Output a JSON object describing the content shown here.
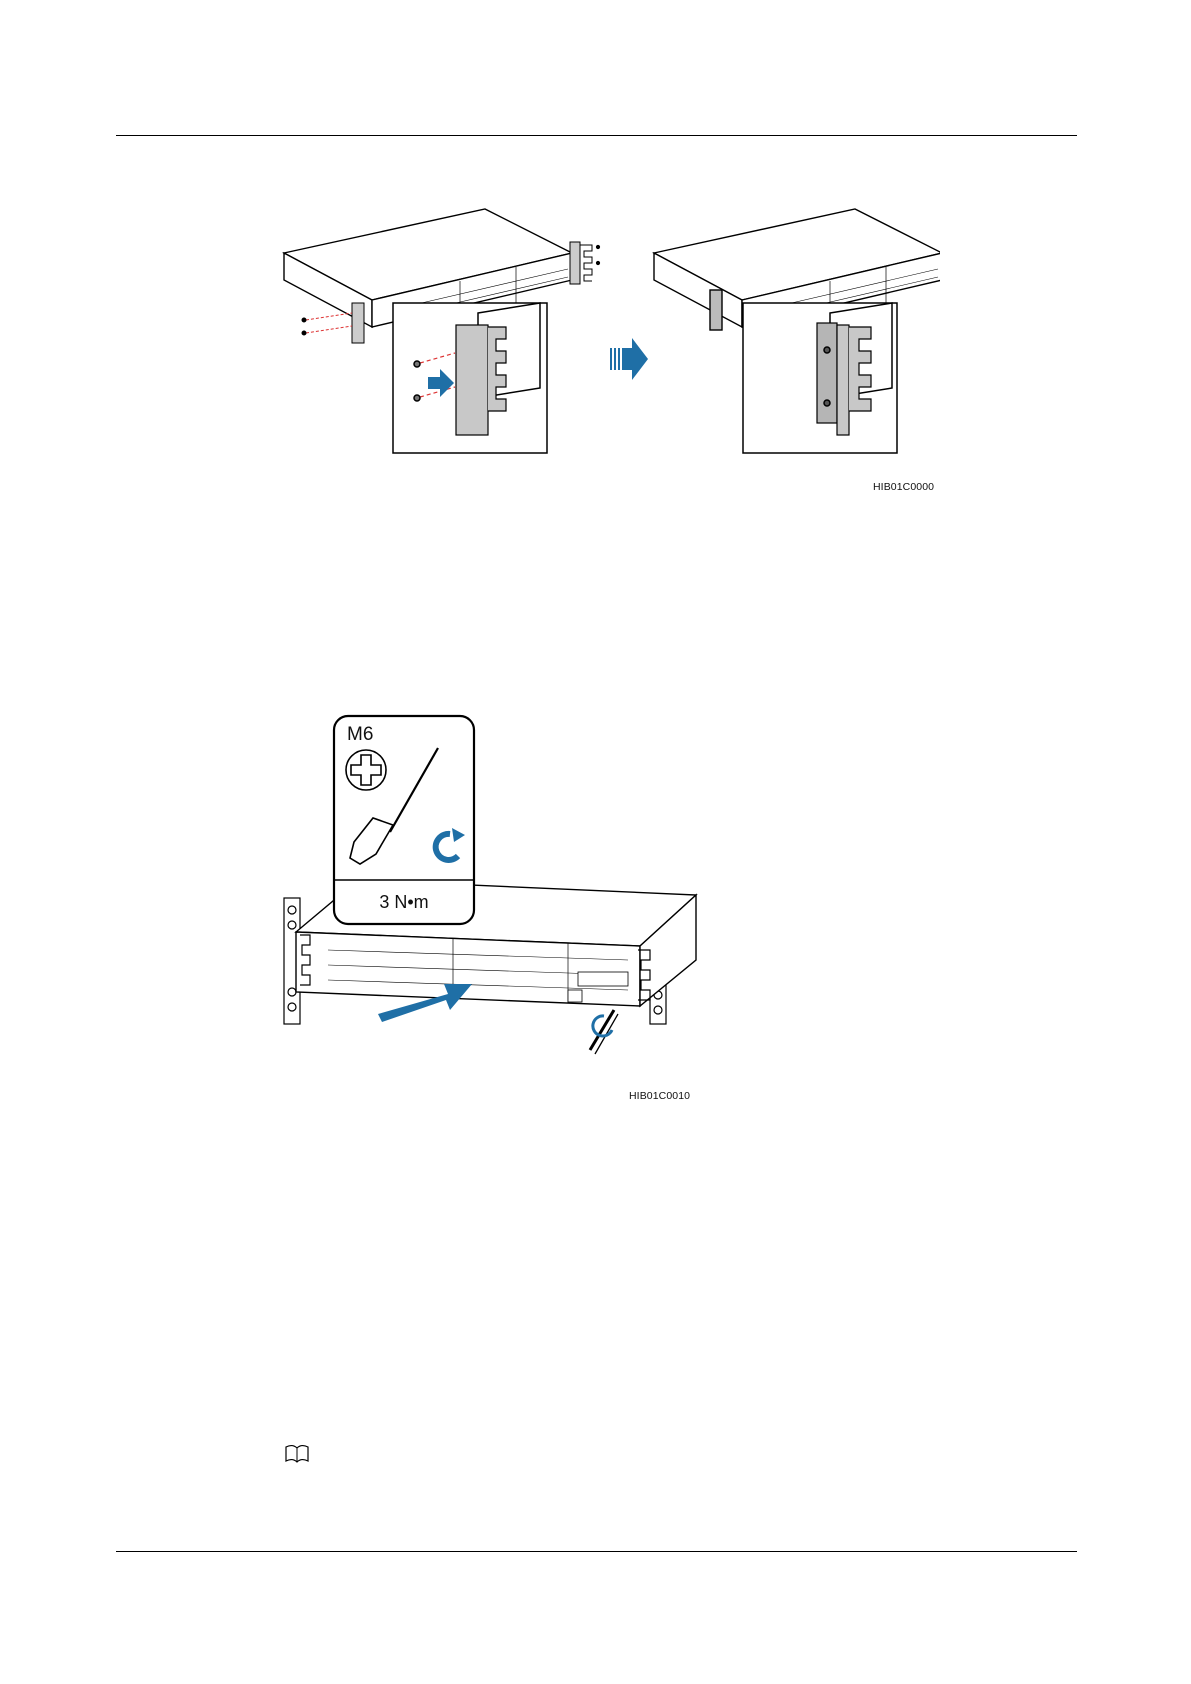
{
  "figure_1": {
    "id": "HIB01C0000",
    "arrow_color": "#1f6fa6"
  },
  "figure_2": {
    "id": "HIB01C0010",
    "screw_spec": "M6",
    "torque": "3 N•m",
    "arrow_color": "#1f6fa6"
  },
  "icons": {
    "note": "book-note-icon"
  }
}
